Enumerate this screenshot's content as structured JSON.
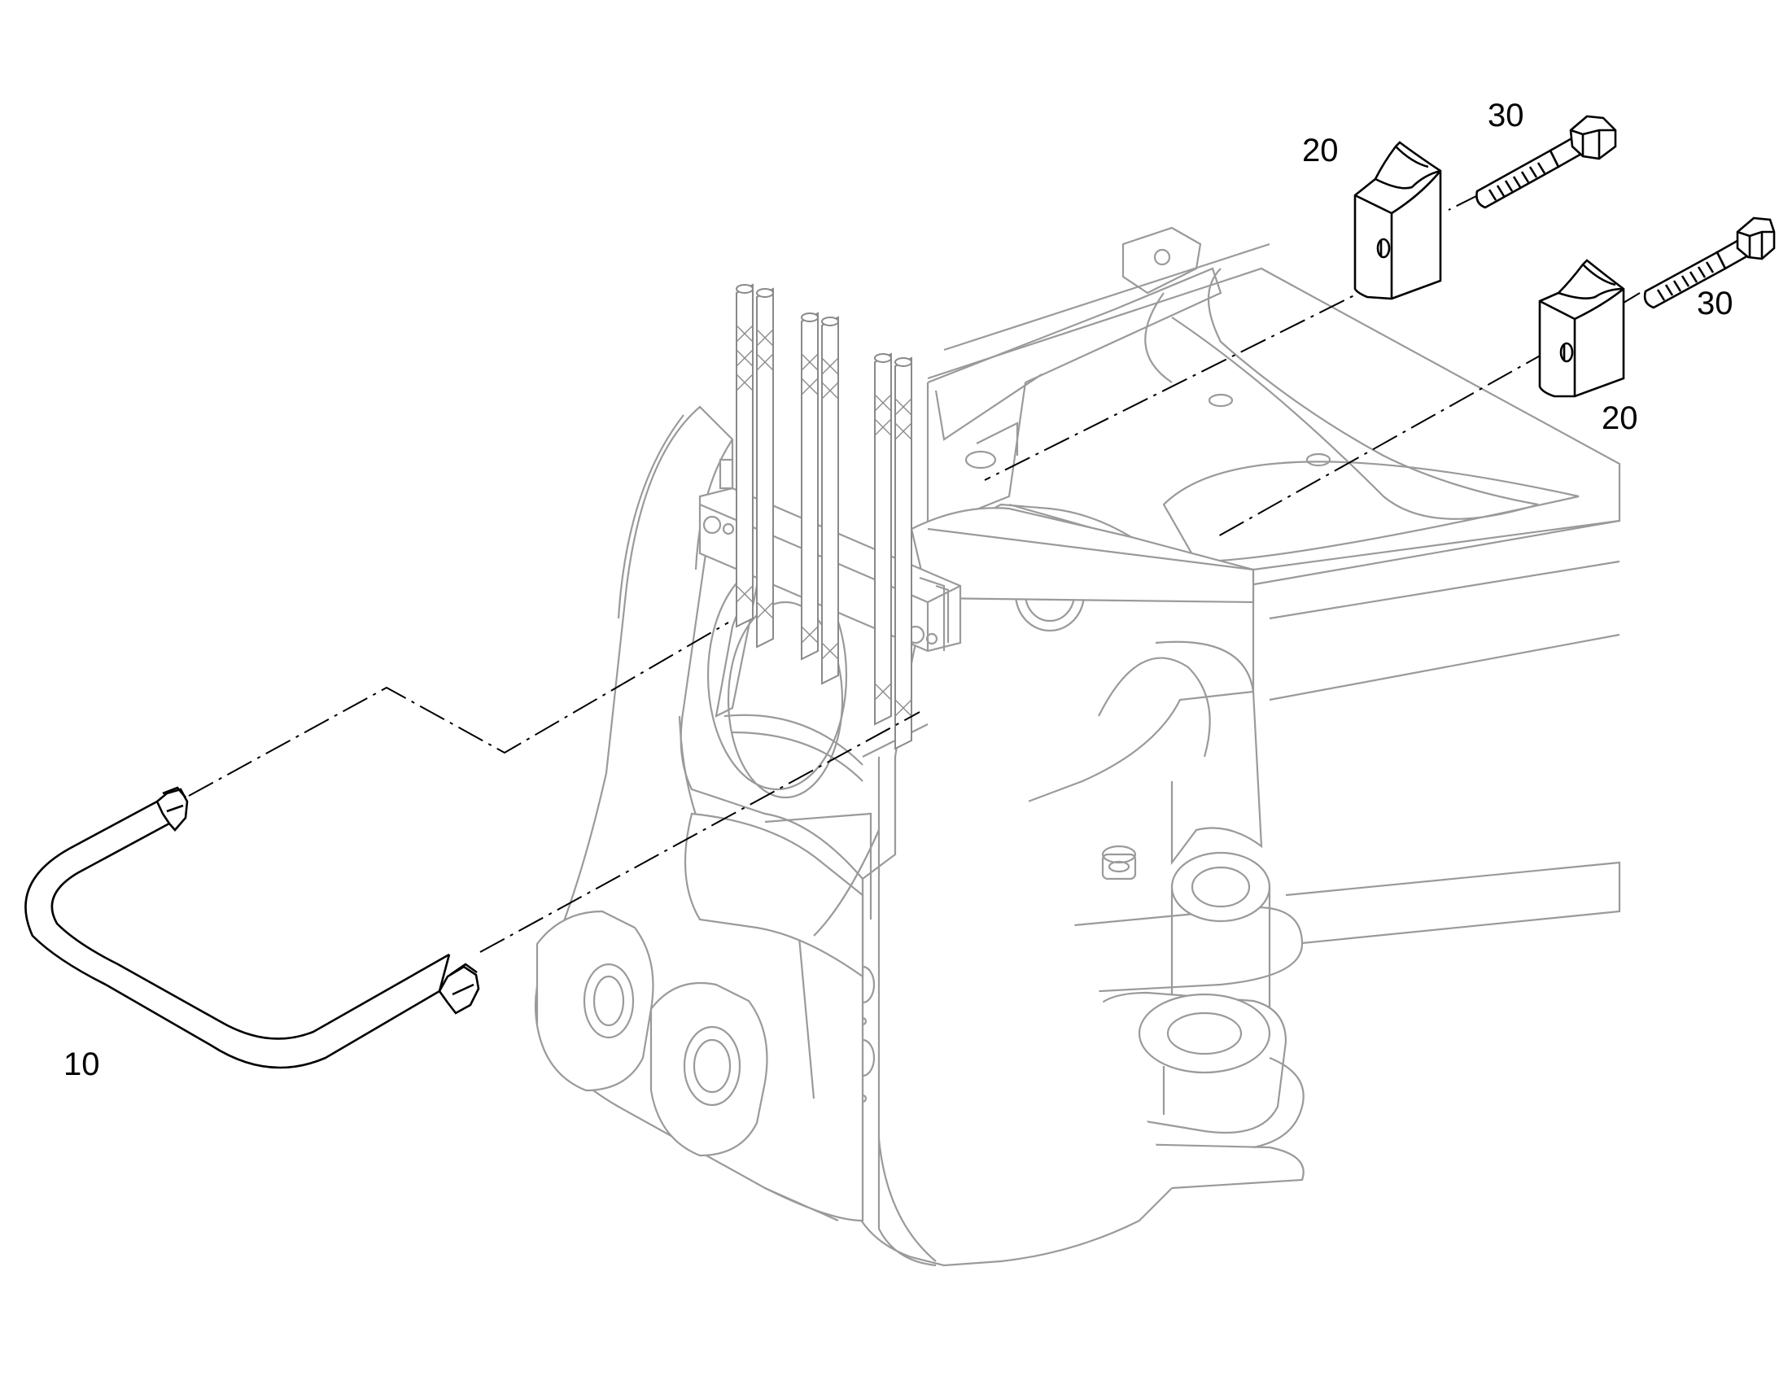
{
  "diagram": {
    "callouts": [
      {
        "id": "pipe",
        "label": "10"
      },
      {
        "id": "block_upper",
        "label": "20"
      },
      {
        "id": "block_lower",
        "label": "20"
      },
      {
        "id": "screw_upper",
        "label": "30"
      },
      {
        "id": "screw_lower",
        "label": "30"
      }
    ],
    "colors": {
      "parts": "#000000",
      "background_assembly": "#9a9a9a",
      "background": "#ffffff"
    }
  }
}
